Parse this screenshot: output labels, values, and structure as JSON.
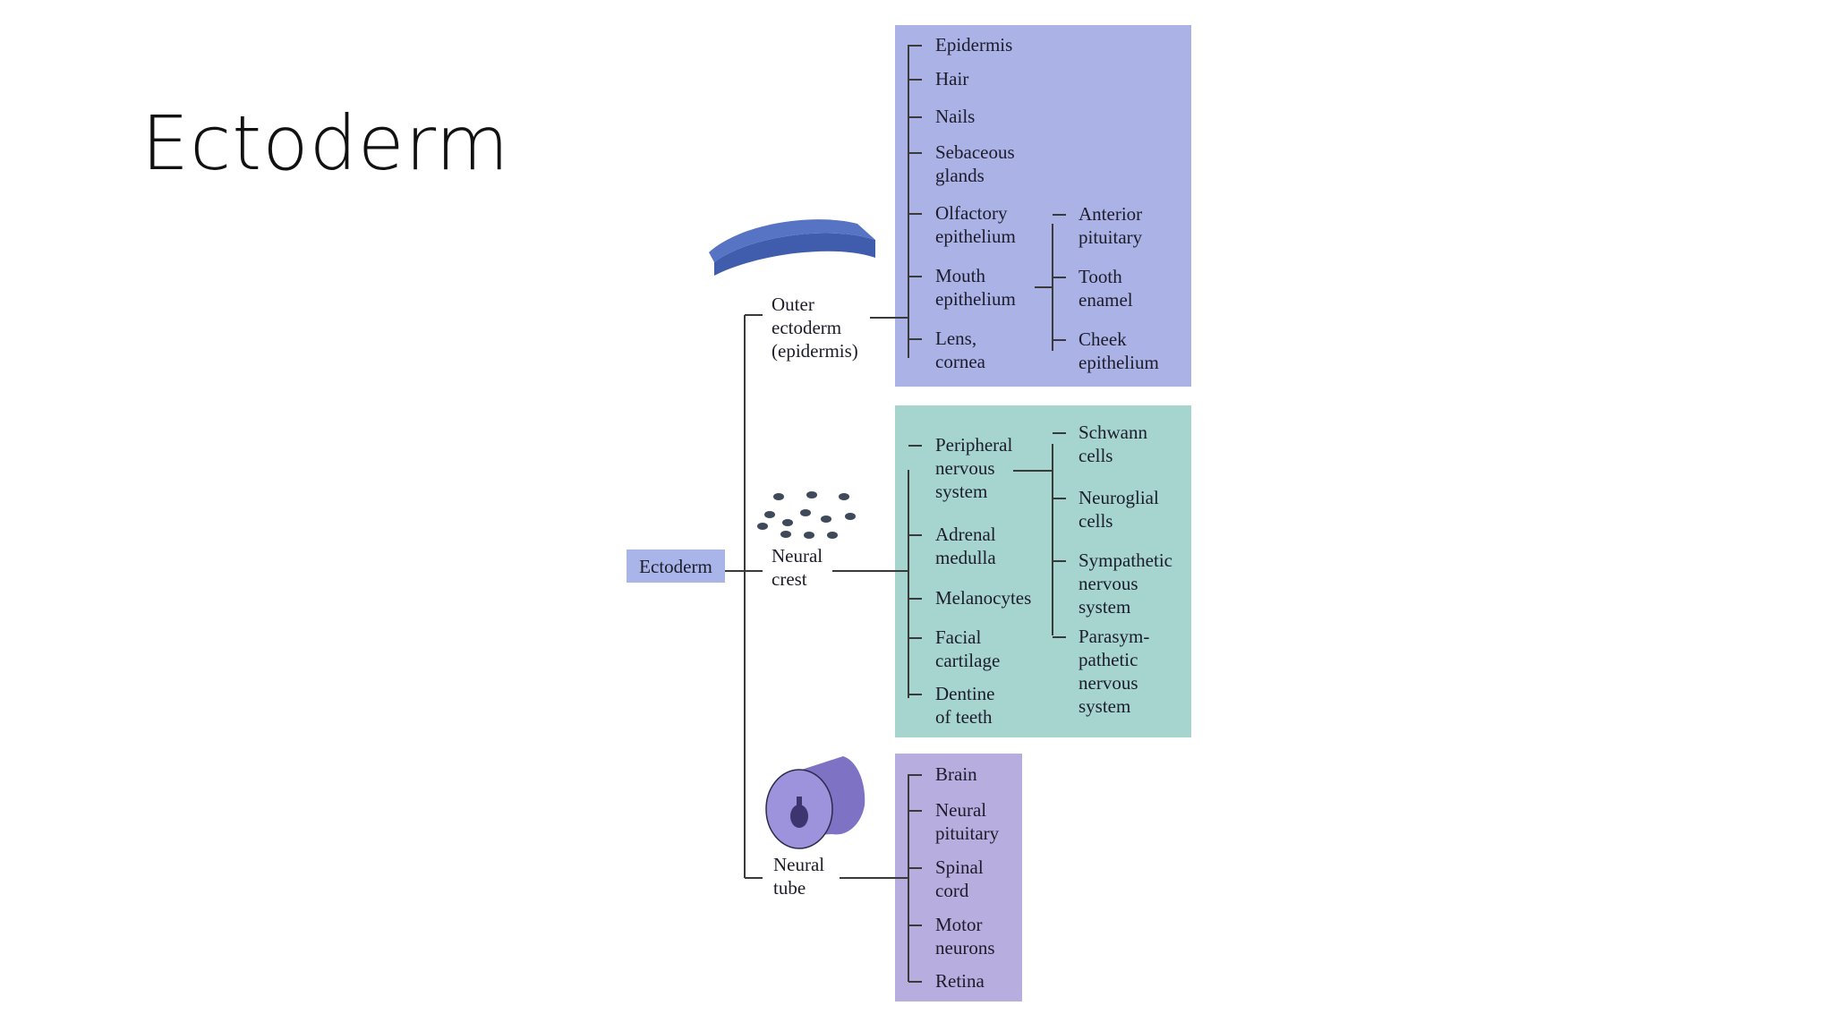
{
  "slide": {
    "title": "Ectoderm"
  },
  "diagram": {
    "root": "Ectoderm",
    "outer": {
      "label": [
        "Outer",
        "ectoderm",
        "(epidermis)"
      ],
      "items": [
        [
          "Epidermis"
        ],
        [
          "Hair"
        ],
        [
          "Nails"
        ],
        [
          "Sebaceous",
          "glands"
        ],
        [
          "Olfactory",
          "epithelium"
        ],
        [
          "Mouth",
          "epithelium"
        ],
        [
          "Lens,",
          "cornea"
        ]
      ],
      "mouth_derivatives": [
        [
          "Anterior",
          "pituitary"
        ],
        [
          "Tooth",
          "enamel"
        ],
        [
          "Cheek",
          "epithelium"
        ]
      ]
    },
    "crest": {
      "label": [
        "Neural",
        "crest"
      ],
      "items": [
        [
          "Peripheral",
          "nervous",
          "system"
        ],
        [
          "Adrenal",
          "medulla"
        ],
        [
          "Melanocytes"
        ],
        [
          "Facial",
          "cartilage"
        ],
        [
          "Dentine",
          "of teeth"
        ]
      ],
      "pns_derivatives": [
        [
          "Schwann",
          "cells"
        ],
        [
          "Neuroglial",
          "cells"
        ],
        [
          "Sympathetic",
          "nervous",
          "system"
        ],
        [
          "Parasym-",
          "pathetic",
          "nervous",
          "system"
        ]
      ]
    },
    "tube": {
      "label": [
        "Neural",
        "tube"
      ],
      "items": [
        [
          "Brain"
        ],
        [
          "Neural",
          "pituitary"
        ],
        [
          "Spinal",
          "cord"
        ],
        [
          "Motor",
          "neurons"
        ],
        [
          "Retina"
        ]
      ]
    },
    "colors": {
      "outer_box": "#aab2e6",
      "crest_box": "#a6d5d0",
      "tube_box": "#b8addf",
      "root_box": "#a9b4e8",
      "sheet": "#3f5cad",
      "tube_body": "#7d72c4"
    }
  }
}
